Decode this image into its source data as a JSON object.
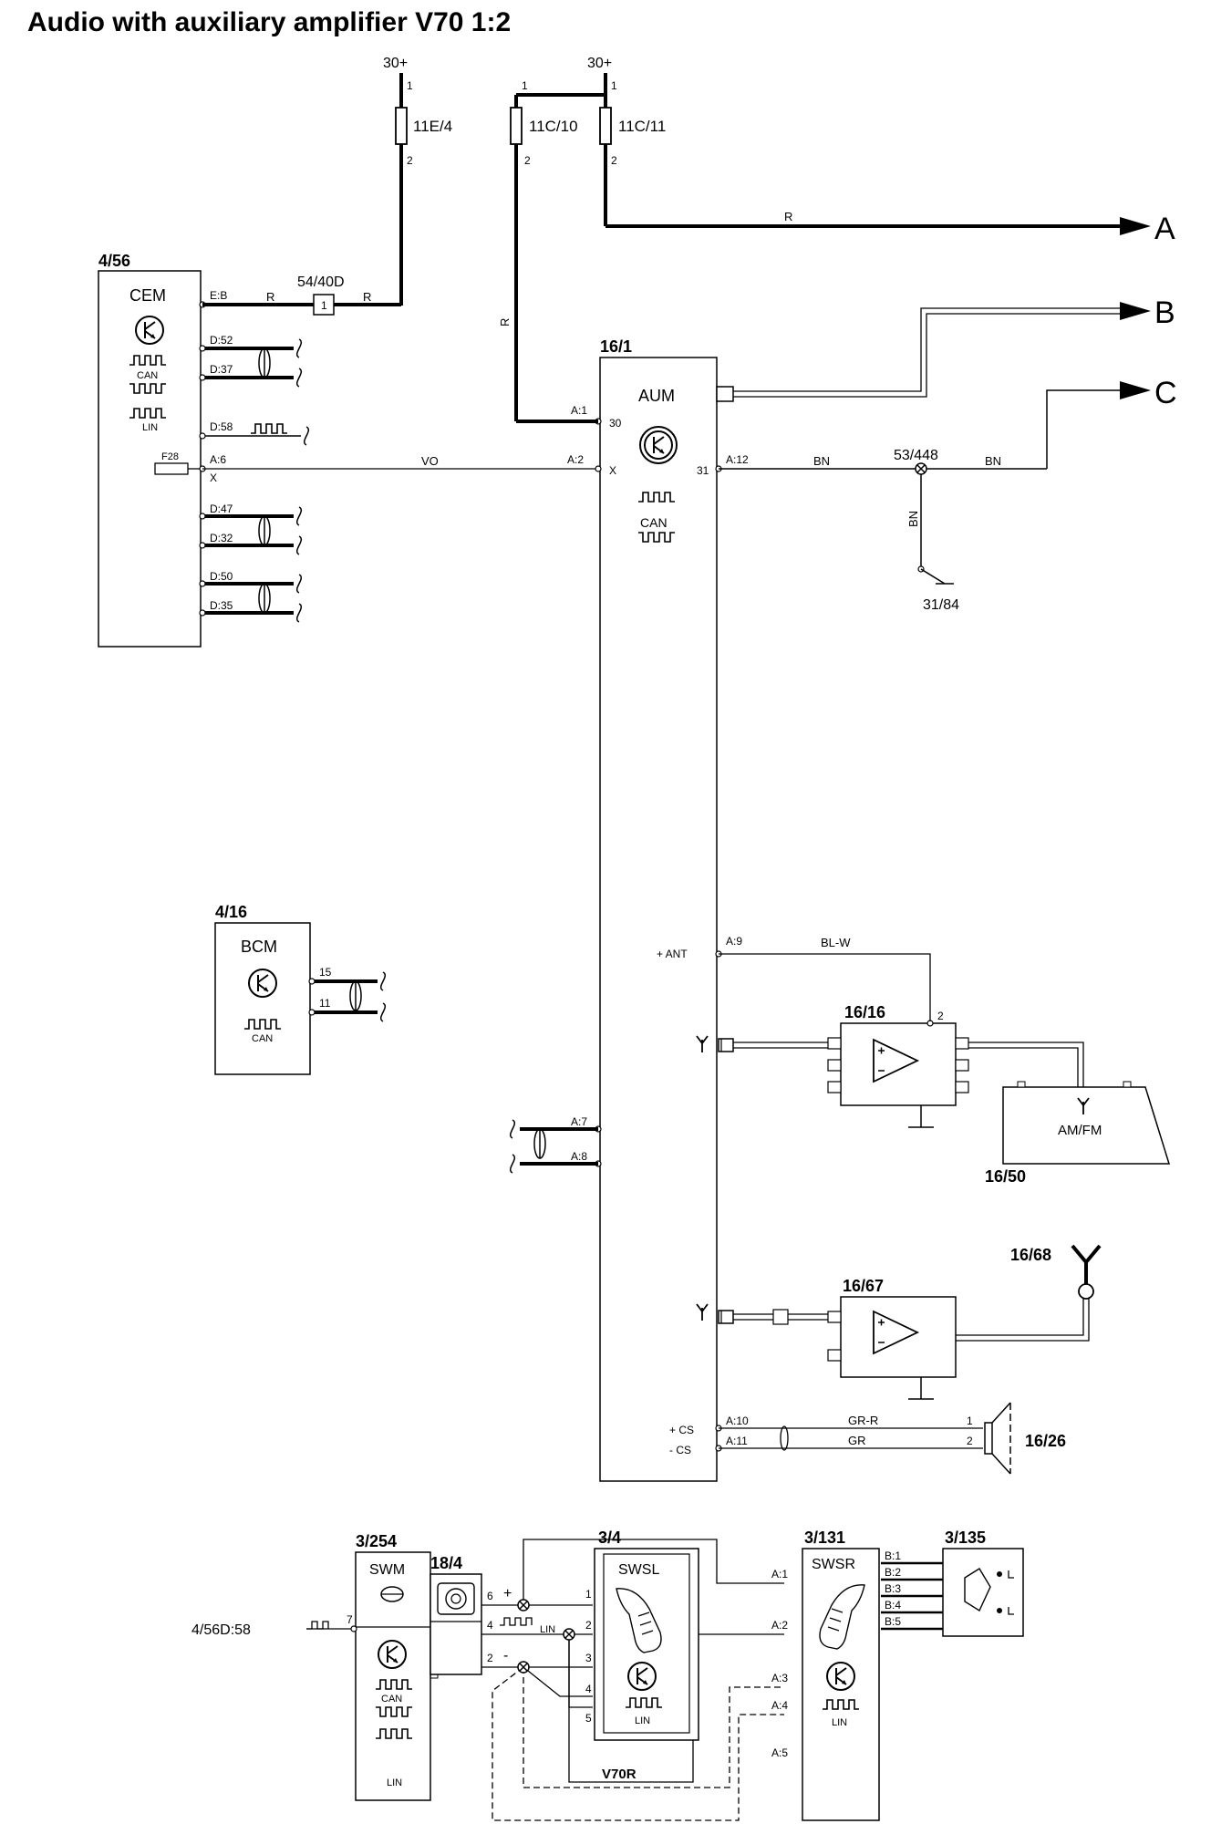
{
  "title": "Audio with auxiliary amplifier V70 1:2",
  "connectors": {
    "a": "A",
    "b": "B",
    "c": "C"
  },
  "supply": {
    "left": "30+",
    "right": "30+",
    "pin1": "1",
    "pin2": "2",
    "fuse_11e4": "11E/4",
    "fuse_11c10": "11C/10",
    "fuse_11c11": "11C/11"
  },
  "junctions": {
    "j54_40d": "54/40D",
    "j54_40d_pin": "1",
    "j53_448": "53/448",
    "gnd_31_84": "31/84"
  },
  "cem": {
    "ref": "4/56",
    "name": "CEM",
    "can": "CAN",
    "lin": "LIN",
    "fuse": "F28",
    "x": "X",
    "pins": [
      "E:B",
      "D:52",
      "D:37",
      "D:58",
      "A:6",
      "D:47",
      "D:32",
      "D:50",
      "D:35"
    ]
  },
  "bcm": {
    "ref": "4/16",
    "name": "BCM",
    "can": "CAN",
    "pins": [
      "15",
      "11"
    ]
  },
  "aum": {
    "ref": "16/1",
    "name": "AUM",
    "can": "CAN",
    "pin_30": "30",
    "pin_x": "X",
    "pin_31": "31",
    "pins": {
      "a1": "A:1",
      "a2": "A:2",
      "a12": "A:12",
      "a9": "A:9",
      "a7": "A:7",
      "a8": "A:8",
      "a10": "A:10",
      "a11": "A:11"
    },
    "labels": {
      "ant": "+ ANT",
      "plus_cs": "+ CS",
      "minus_cs": "- CS"
    }
  },
  "wire_colors": {
    "r": "R",
    "vo": "VO",
    "bn": "BN",
    "bl_w": "BL-W",
    "gr_r": "GR-R",
    "gr": "GR"
  },
  "amp_16_16": {
    "ref": "16/16",
    "pin": "2"
  },
  "radio_16_50": {
    "ref": "16/50",
    "label": "AM/FM"
  },
  "amp_16_67": {
    "ref": "16/67"
  },
  "antenna_16_68": {
    "ref": "16/68"
  },
  "speaker_16_26": {
    "ref": "16/26",
    "pins": [
      "1",
      "2"
    ]
  },
  "swm": {
    "ref": "3/254",
    "name": "SWM",
    "can": "CAN",
    "lin": "LIN",
    "pin7": "7",
    "link": "4/56D:58"
  },
  "clockspring": {
    "ref": "18/4",
    "pins": [
      "6",
      "4",
      "2"
    ],
    "plus": "+",
    "minus": "-",
    "lin": "LIN"
  },
  "swsl": {
    "ref": "3/4",
    "name": "SWSL",
    "lin": "LIN",
    "pins": [
      "1",
      "2",
      "3",
      "4",
      "5"
    ]
  },
  "swsr": {
    "ref": "3/131",
    "name": "SWSR",
    "lin": "LIN",
    "pins_a": [
      "A:1",
      "A:2",
      "A:3",
      "A:4",
      "A:5"
    ],
    "pins_b": [
      "B:1",
      "B:2",
      "B:3",
      "B:4",
      "B:5"
    ]
  },
  "sw_3_135": {
    "ref": "3/135"
  },
  "variant": "V70R"
}
